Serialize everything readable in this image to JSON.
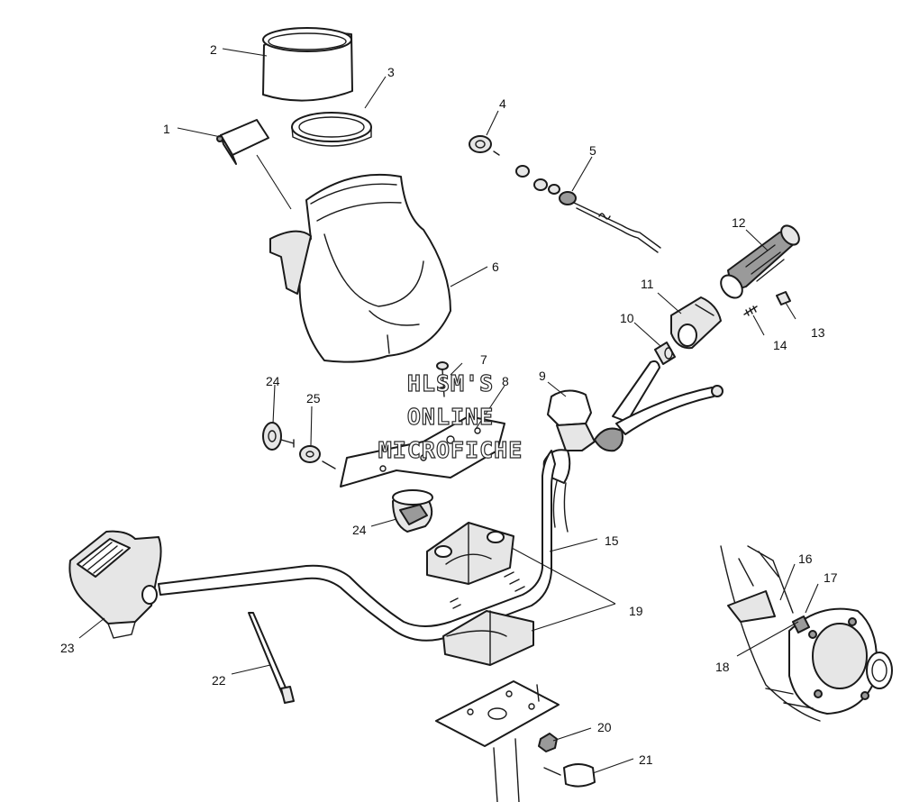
{
  "watermark": {
    "line1": "HLSM'S",
    "line2": "ONLINE",
    "line3": "MICROFICHE"
  },
  "callouts": {
    "c1": "1",
    "c2": "2",
    "c3": "3",
    "c4": "4",
    "c5": "5",
    "c6": "6",
    "c7": "7",
    "c8": "8",
    "c9": "9",
    "c10": "10",
    "c11": "11",
    "c12": "12",
    "c13": "13",
    "c14": "14",
    "c15": "15",
    "c16": "16",
    "c17": "17",
    "c18": "18",
    "c19": "19",
    "c20": "20",
    "c21": "21",
    "c22": "22",
    "c23": "23",
    "c24a": "24",
    "c24b": "24",
    "c25": "25"
  }
}
